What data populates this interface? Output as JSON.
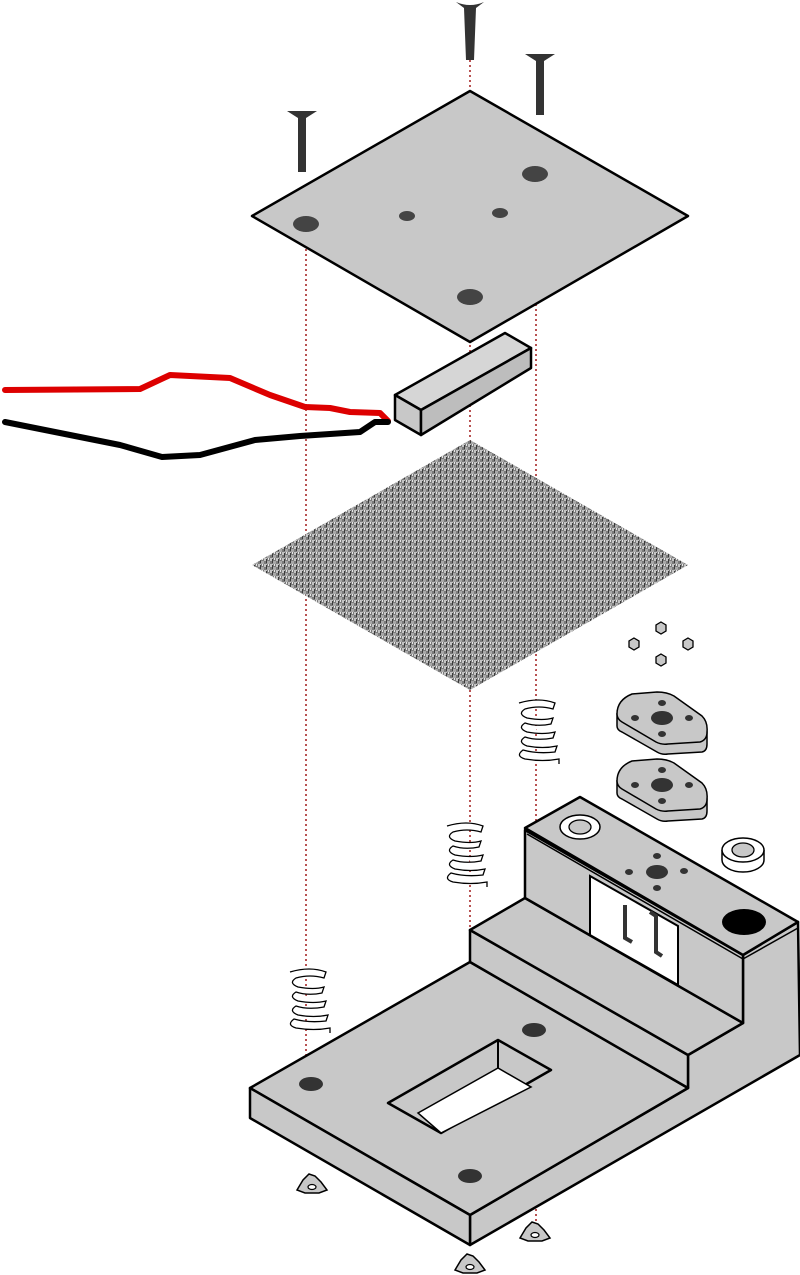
{
  "diagram": {
    "type": "exploded-assembly-view",
    "colors": {
      "part_fill": "#c8c8c8",
      "hole_fill": "#444444",
      "screw": "#333333",
      "guide_line": "#a01818",
      "wire_red": "#dd0000",
      "wire_black": "#000000"
    },
    "components": [
      "screw",
      "top-plate",
      "sensor-block",
      "wires",
      "mesh-sheet",
      "springs",
      "hex-nuts",
      "cam-plates",
      "washer",
      "base",
      "feet"
    ]
  }
}
